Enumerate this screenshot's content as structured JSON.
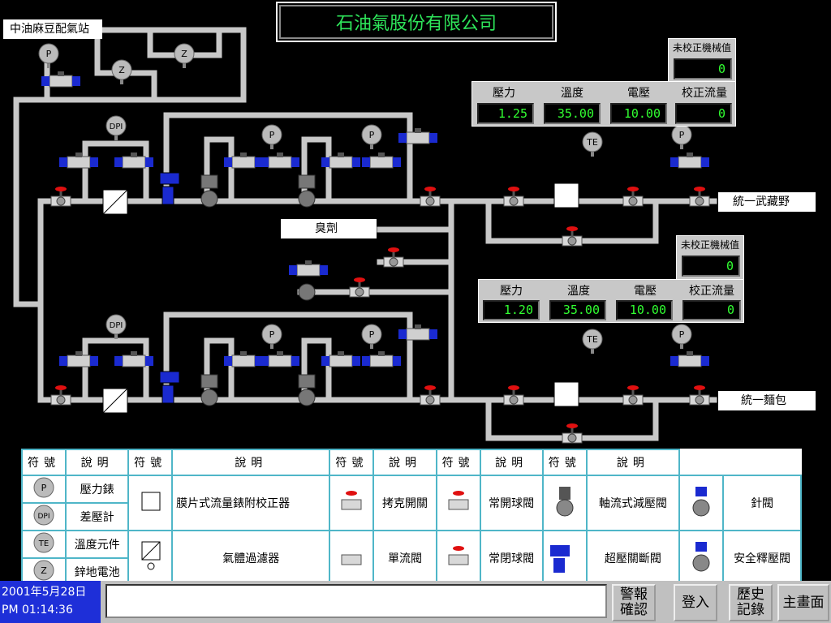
{
  "title": "石油氣股份有限公司",
  "source_station": "中油麻豆配氣站",
  "odorant_label": "臭劑",
  "line1": {
    "dest": "統一武藏野",
    "uncorrected_label": "未校正機械值",
    "uncorrected_value": "0",
    "pressure_label": "壓力",
    "pressure": "1.25",
    "temp_label": "溫度",
    "temp": "35.00",
    "voltage_label": "電壓",
    "voltage": "10.00",
    "corrected_label": "校正流量",
    "corrected": "0"
  },
  "line2": {
    "dest": "統一麵包",
    "uncorrected_label": "未校正機械值",
    "uncorrected_value": "0",
    "pressure_label": "壓力",
    "pressure": "1.20",
    "temp_label": "溫度",
    "temp": "35.00",
    "voltage_label": "電壓",
    "voltage": "10.00",
    "corrected_label": "校正流量",
    "corrected": "0"
  },
  "gauges": {
    "p": "P",
    "dpi": "DPI",
    "z": "Z",
    "te": "TE"
  },
  "legend": {
    "sym_header": "符號",
    "desc_header": "說明",
    "items": {
      "pressure_gauge": "壓力錶",
      "diff_gauge": "差壓計",
      "temp_element": "溫度元件",
      "zinc_battery": "鋅地電池",
      "diaphragm_meter": "膜片式流量錶附校正器",
      "gas_filter": "氣體過濾器",
      "plug_valve": "拷克開關",
      "check_valve": "單流閥",
      "ball_valve_open": "常開球閥",
      "ball_valve_closed": "常閉球閥",
      "axial_regulator": "軸流式減壓閥",
      "overpressure_shutoff": "超壓關斷閥",
      "needle_valve": "針閥",
      "safety_relief": "安全釋壓閥"
    }
  },
  "status": {
    "date": "2001年5月28日",
    "time": "PM 01:14:36",
    "message": ""
  },
  "buttons": {
    "ack": "警報確認",
    "login": "登入",
    "history": "歷史記錄",
    "main": "主畫面"
  },
  "colors": {
    "accent_green": "#31ff31",
    "pipe": "#c8c8c8",
    "clock_bg": "#1e2fd8",
    "legend_border": "#4fb6c8"
  }
}
